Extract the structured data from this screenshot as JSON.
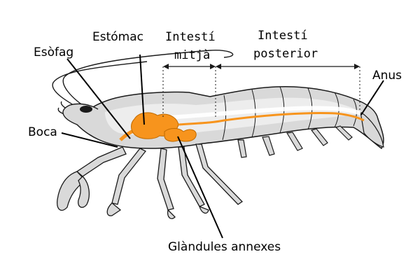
{
  "labels": {
    "estomac": "Estómac",
    "esofag": "Esòfag",
    "boca": "Boca",
    "intesti_mitja_1": "Intestí",
    "intesti_mitja_2": "mitjà",
    "intesti_posterior_1": "Intestí",
    "intesti_posterior_2": "posterior",
    "anus": "Anus",
    "glandules": "Glàndules annexes"
  },
  "colors": {
    "digestive": "#f7941d",
    "body": "#d9d9d9",
    "outline": "#1a1a1a",
    "inner": "#ededed"
  }
}
